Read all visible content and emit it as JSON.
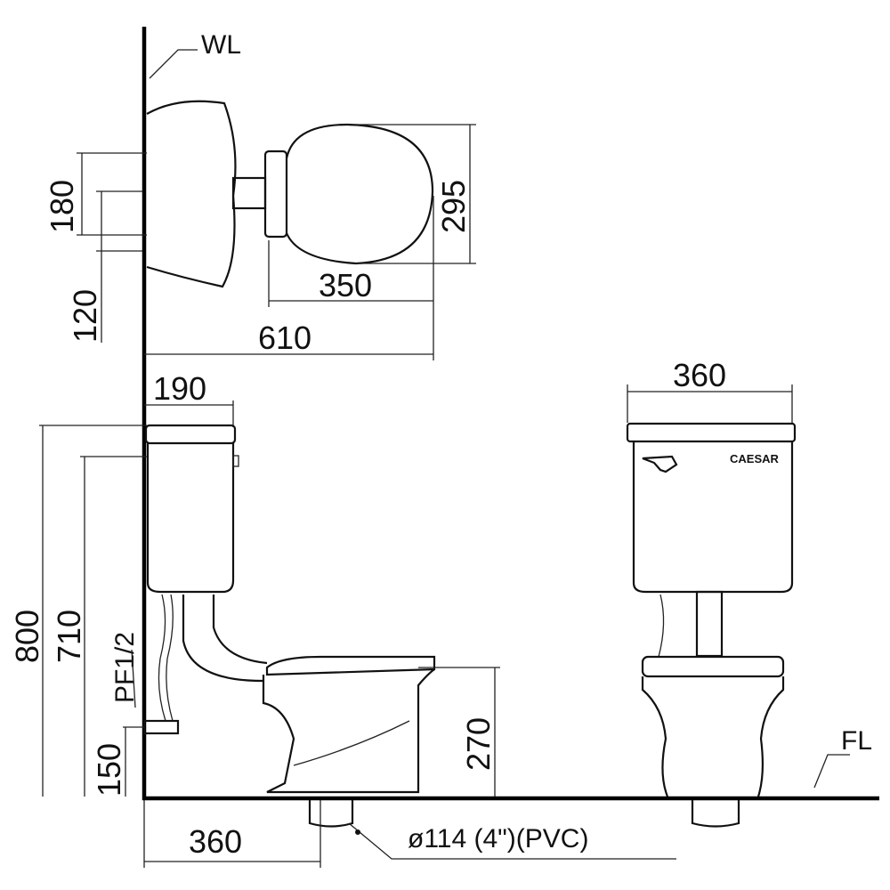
{
  "labels": {
    "wall_line": "WL",
    "floor_line": "FL",
    "pipe": "ø114 (4\")(PVC)",
    "water_inlet": "PF1/2",
    "brand": "CAESAR"
  },
  "dimensions": {
    "top_tank_hole_spacing": "180",
    "top_inlet_offset": "120",
    "seat_width": "295",
    "seat_length": "350",
    "total_depth": "610",
    "tank_depth": "190",
    "front_tank_width": "360",
    "total_height": "800",
    "tank_mount_height": "710",
    "inlet_height": "150",
    "bowl_height": "270",
    "drain_offset": "360"
  }
}
